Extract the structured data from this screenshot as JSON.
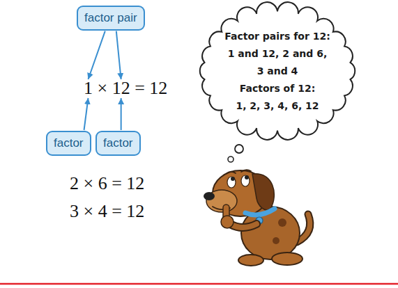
{
  "diagram": {
    "nodes": [
      {
        "text": [
          "factor pair"
        ]
      },
      {
        "text": [
          "Factor pairs for 12: 1 and 12, 2 and 6, 3 and 4",
          "Factors of 12: 1, 2, 3, 4, 6, 12"
        ]
      },
      {
        "text": [
          "factor"
        ]
      },
      {
        "text": [
          "factor"
        ]
      }
    ],
    "labels": [
      "1 × 12 = 12",
      "2 × 6 = 12",
      "3 × 4 = 12"
    ]
  }
}
